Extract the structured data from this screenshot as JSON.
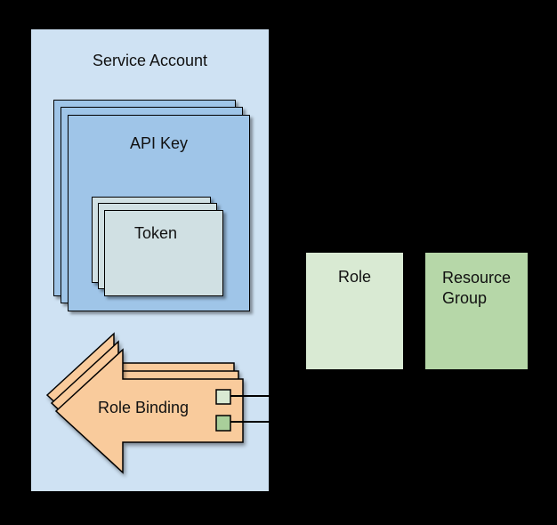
{
  "background": "#000000",
  "service_account": {
    "label": "Service Account",
    "fill": "#cfe2f3"
  },
  "api_key": {
    "label": "API Key",
    "fill": "#9fc5e8",
    "stack_count": 3
  },
  "token": {
    "label": "Token",
    "fill": "#d0e0e3",
    "stack_count": 3
  },
  "role_binding": {
    "label": "Role Binding",
    "fill": "#f9cb9c",
    "stack_count": 3,
    "ports": [
      {
        "name": "role-port",
        "fill": "#d9ead3"
      },
      {
        "name": "resource-group-port",
        "fill": "#a9cf9a"
      }
    ],
    "connector_color": "#000000"
  },
  "role": {
    "label": "Role",
    "fill": "#d9ead3"
  },
  "resource_group": {
    "label": "Resource Group",
    "lines": [
      "Resource",
      "Group"
    ],
    "fill": "#b6d7a8"
  }
}
